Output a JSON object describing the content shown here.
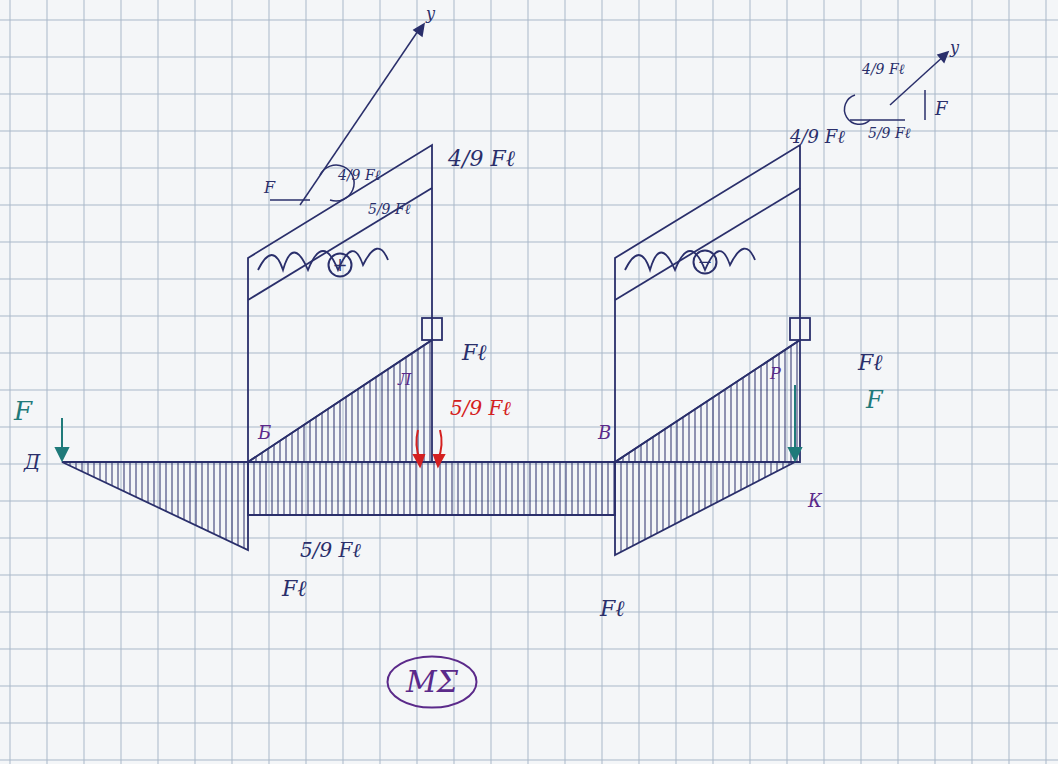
{
  "diagram": {
    "nodes": [
      {
        "text": [
          "+"
        ]
      },
      {
        "text": [
          "−"
        ]
      },
      {
        "text": [
          "MΣ"
        ]
      }
    ],
    "labels": [
      "4/9 Fℓ",
      "4/9 Fℓ",
      "Fℓ",
      "Fℓ",
      "5/9 Fℓ",
      "F",
      "Д",
      "Б",
      "В",
      "К",
      "Л",
      "Р",
      "F",
      "Fℓ",
      "5/9 Fℓ",
      "Fℓ",
      "F",
      "4/9 Fℓ",
      "5/9 Fℓ",
      "y",
      "4/9 Fℓ",
      "y",
      "F",
      "5/9 Fℓ"
    ]
  }
}
